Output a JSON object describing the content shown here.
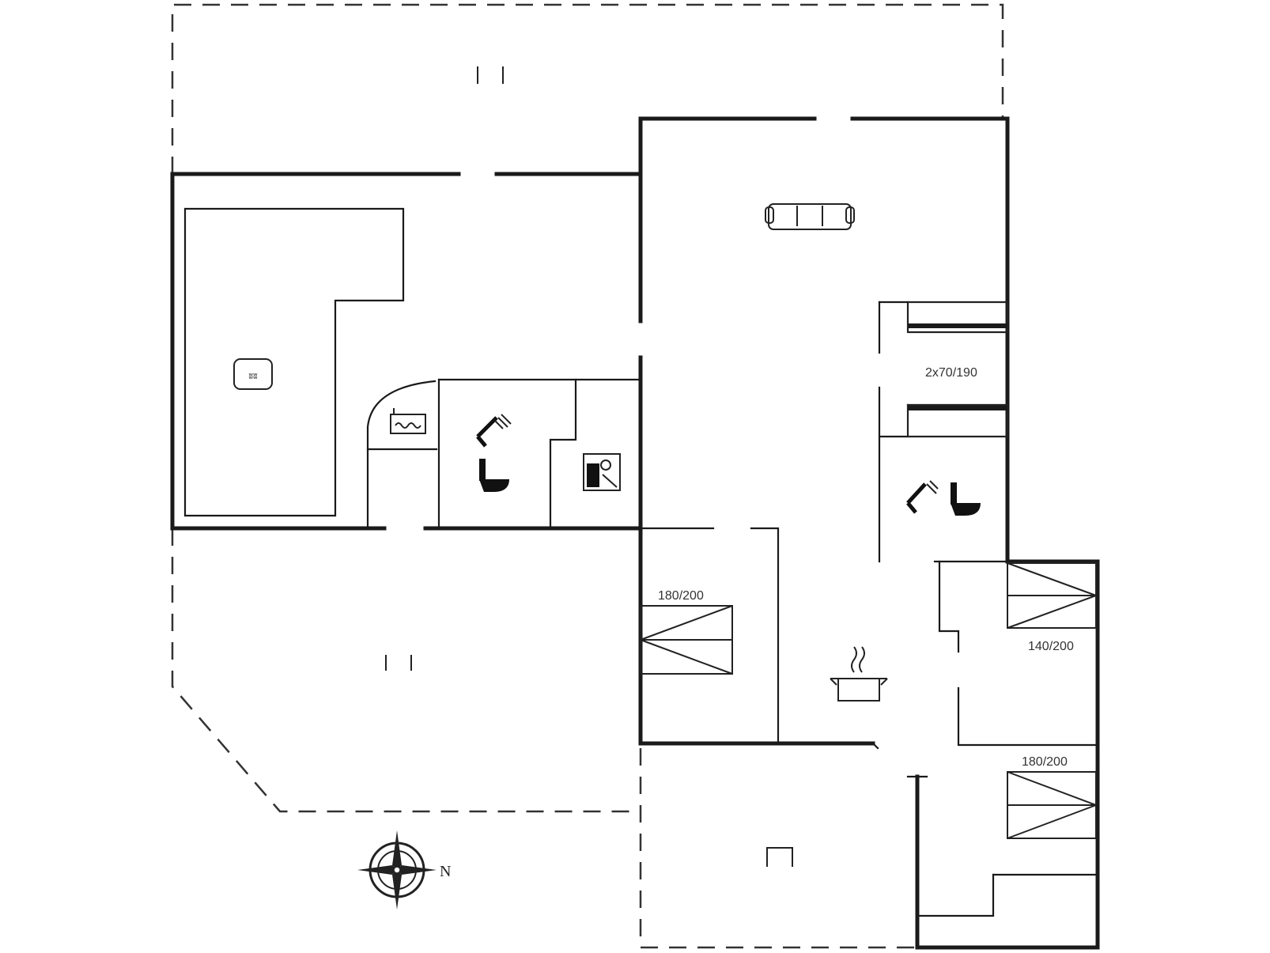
{
  "bed_labels": {
    "bunk": "2x70/190",
    "bedroom_1": "180/200",
    "bedroom_2": "140/200",
    "bedroom_3": "180/200"
  },
  "compass": {
    "north_label": "N"
  },
  "icons": [
    "sauna-stove-icon",
    "whirlpool-icon",
    "shower-icon",
    "toilet-icon",
    "washing-machine-icon",
    "sofa-icon",
    "kitchen-pot-icon",
    "compass-rose-icon"
  ]
}
